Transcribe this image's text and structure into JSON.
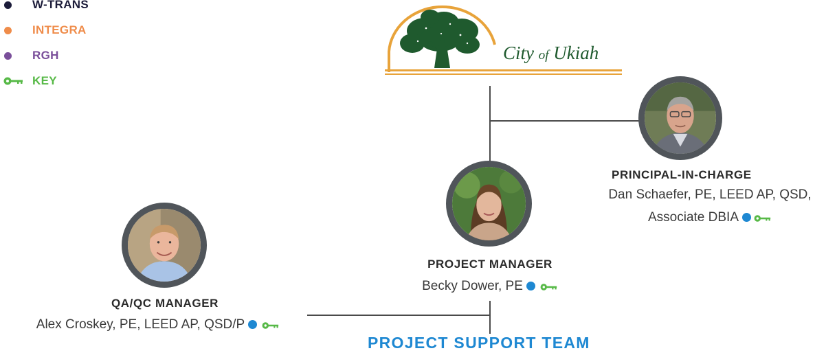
{
  "legend": [
    {
      "label": "W-TRANS",
      "color": "#1c1c3a",
      "marker": "dot"
    },
    {
      "label": "INTEGRA",
      "color": "#ef8c4a",
      "marker": "dot"
    },
    {
      "label": "RGH",
      "color": "#7a4f9a",
      "marker": "dot"
    },
    {
      "label": "KEY",
      "color": "#57b947",
      "marker": "key"
    }
  ],
  "logo": {
    "city_word": "City",
    "of_word": "of",
    "name_word": "Ukiah",
    "tree_color": "#1f5a2e",
    "arch_color": "#e8a33a"
  },
  "principal": {
    "role": "PRINCIPAL-IN-CHARGE",
    "name_line1": "Dan Schaefer, PE, LEED AP, QSD,",
    "name_line2": "Associate DBIA"
  },
  "project_manager": {
    "role": "PROJECT MANAGER",
    "name": "Becky Dower, PE"
  },
  "qa_qc": {
    "role": "QA/QC MANAGER",
    "name": "Alex Croskey, PE, LEED AP, QSD/P"
  },
  "support_team": {
    "label": "PROJECT SUPPORT TEAM"
  },
  "colors": {
    "firm_dot": "#1e88d2",
    "key": "#57b947",
    "support_heading": "#1e88d2",
    "portrait_ring": "#50555a"
  }
}
